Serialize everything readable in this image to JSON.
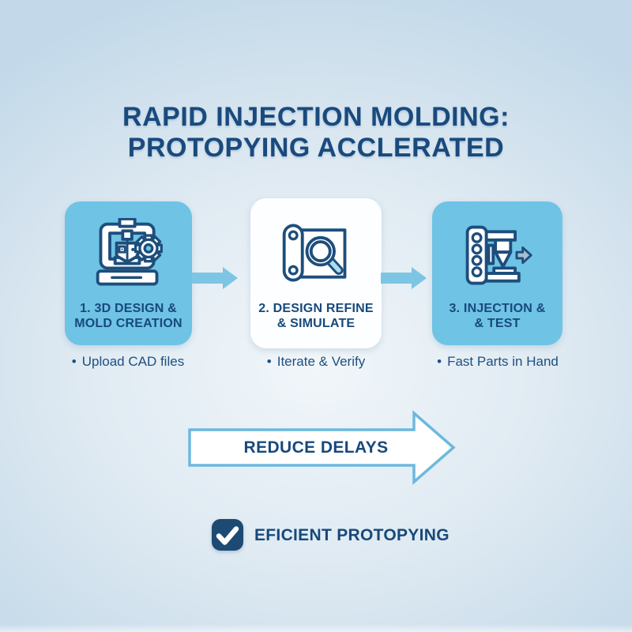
{
  "title": {
    "line1": "RAPID INJECTION MOLDING:",
    "line2": "PROTOPYING ACCLERATED"
  },
  "steps": [
    {
      "title_line1": "1. 3D DESIGN &",
      "title_line2": "MOLD CREATION",
      "bullet": "Upload CAD files",
      "icon": "printer-gear-icon",
      "card_color": "#6fc3e5"
    },
    {
      "title_line1": "2. DESIGN REFINE",
      "title_line2": "& SIMULATE",
      "bullet": "Iterate & Verify",
      "icon": "blueprint-magnifier-icon",
      "card_color": "#fdfeff"
    },
    {
      "title_line1": "3. INJECTION &",
      "title_line2": "& TEST",
      "bullet": "Fast Parts in Hand",
      "icon": "molding-machine-icon",
      "card_color": "#6fc3e5"
    }
  ],
  "bullet_glyph": "•",
  "reduce_arrow": {
    "label": "REDUCE DELAYS"
  },
  "footer": {
    "label": "EFICIENT PROTOPYING",
    "checkbox_icon": "checkmark-icon"
  },
  "colors": {
    "navy_text": "#17497b",
    "card_blue": "#6fc3e5",
    "flow_arrow_blue": "#7cc5e5",
    "big_arrow_outline": "#6cb9dd",
    "checkbox_navy": "#1d4a73",
    "icon_stroke_navy": "#1d4e7c",
    "magnifier_handle_blue": "#abdcf3",
    "machine_arrow_gray": "#a5bed0",
    "background_center": "#f1f6fa",
    "background_edge": "#c3d9e9"
  }
}
